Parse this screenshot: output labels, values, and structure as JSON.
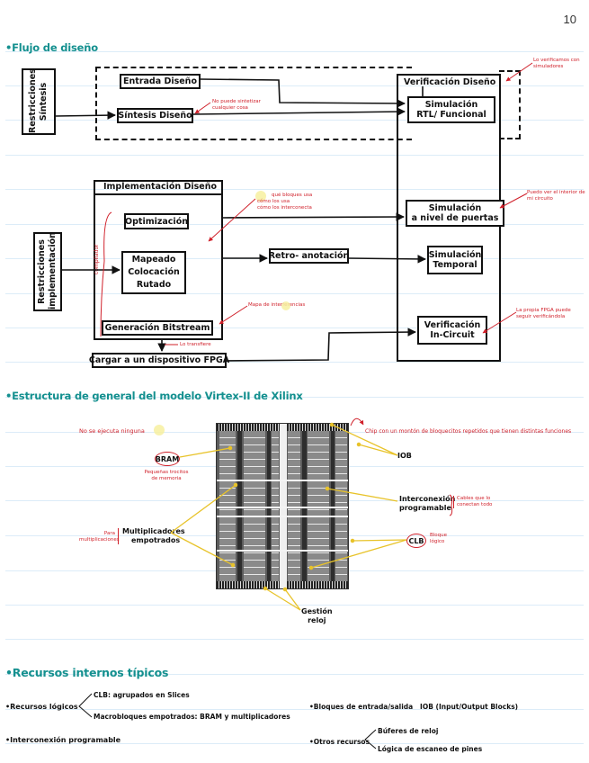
{
  "page_number": "10",
  "sections": {
    "flow": {
      "heading": "•Flujo de diseño",
      "synthesis_constraints": "Restricciones Síntesis",
      "design_entry": "Entrada Diseño",
      "design_synthesis": "Síntesis Diseño",
      "synthesis_note": "No puede sintetizar cualquier cosa",
      "verification_title": "Verificación Diseño",
      "verification_note": "Lo verificamos con simuladores",
      "rtl_sim_line1": "Simulación",
      "rtl_sim_line2": "RTL/ Funcional",
      "implementation_title": "Implementación Diseño",
      "implementation_constraints": "Restricciones implementación",
      "optimization": "Optimización",
      "map_line1": "Mapeado",
      "map_line2": "Colocación",
      "map_line3": "Rutado",
      "compiler_label": "compilador",
      "bitstream": "Generación Bitstream",
      "implementation_note_line1": "qué bloques usa",
      "implementation_note_line2": "cómo los usa",
      "implementation_note_line3": "cómo los interconecta",
      "bitstream_note": "Mapa de interferencias",
      "transfer_note": "Lo transfiere",
      "load_fpga": "Cargar a un dispositivo FPGA",
      "back_annotation": "Retro- anotación",
      "gate_sim_line1": "Simulación",
      "gate_sim_line2": "a nivel de puertas",
      "gate_sim_note": "Puedo ver el interior de mi circuito",
      "timing_sim_line1": "Simulación",
      "timing_sim_line2": "Temporal",
      "incircuit_line1": "Verificación",
      "incircuit_line2": "In-Circuit",
      "incircuit_note": "La propia FPGA puede seguir verificándola"
    },
    "virtex": {
      "heading": "•Estructura de general del modelo Virtex-II de Xilinx",
      "no_execute_note": "No se ejecuta ninguna",
      "chip_note": "Chip con un montón de bloquecitos repetidos que tienen distintas funciones",
      "bram": "BRAM",
      "bram_note": "Pequeñas trocitos de memoria",
      "multipliers_line1": "Multiplicadores",
      "multipliers_line2": "empotrados",
      "multipliers_note": "Para multiplicaciones",
      "iob": "IOB",
      "interconnect_line1": "Interconexión",
      "interconnect_line2": "programable",
      "interconnect_note": "Cables que lo conectan todo",
      "clb": "CLB",
      "clb_note": "Bloque lógico",
      "clock_line1": "Gestión",
      "clock_line2": "reloj"
    },
    "resources": {
      "heading": "•Recursos internos típicos",
      "logic": "•Recursos lógicos",
      "logic_branch1": "CLB: agrupados en Slices",
      "logic_branch2": "Macrobloques empotrados: BRAM y multiplicadores",
      "interconnect": "•Interconexión programable",
      "io_blocks": "•Bloques de entrada/salida   IOB (Input/Output Blocks)",
      "others": "•Otros recursos",
      "others_branch1": "Búferes de reloj",
      "others_branch2": "Lógica de escaneo de pines"
    }
  },
  "colors": {
    "heading": "#14908f",
    "annotation": "#d0202a",
    "pointer": "#e8c32a",
    "rule": "#dcecf8"
  }
}
